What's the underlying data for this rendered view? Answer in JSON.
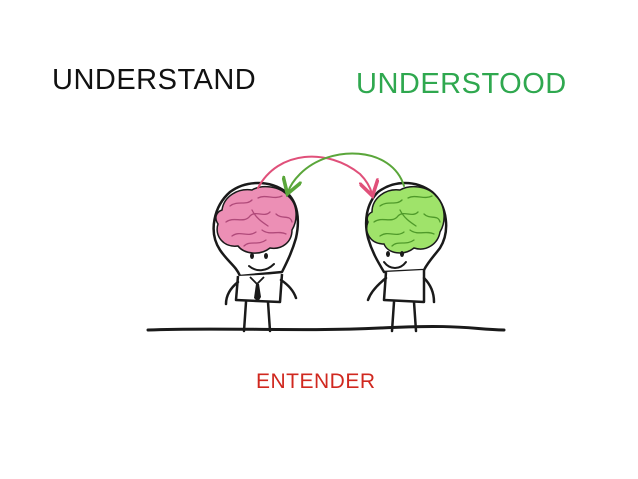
{
  "slide": {
    "left_word": "UNDERSTAND",
    "right_word": "UNDERSTOOD",
    "bottom_word": "ENTENDER"
  },
  "colors": {
    "left_word": "#111111",
    "right_word": "#2fa84f",
    "bottom_word": "#d0281f",
    "left_brain": "#ec8fb5",
    "right_brain": "#9fe36a",
    "pink_arrow": "#e0507a",
    "green_arrow": "#5aa63a",
    "ink": "#1a1a1a"
  },
  "illustration": {
    "left_figure": "stick-figure-with-pink-brain",
    "right_figure": "stick-figure-with-green-brain"
  }
}
